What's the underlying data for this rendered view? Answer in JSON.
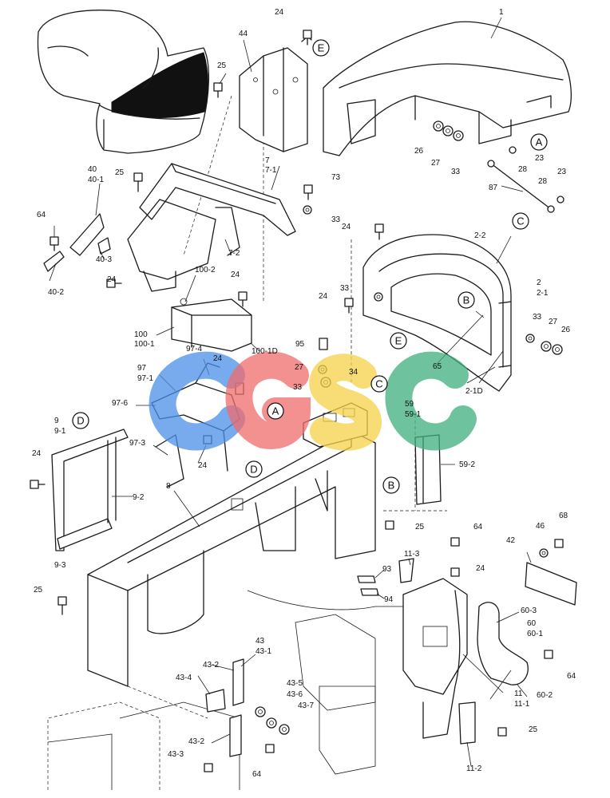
{
  "watermark": {
    "text": "CGSC",
    "colors": [
      "#4a8fe8",
      "#ef6b6b",
      "#f6d249",
      "#3fae7e"
    ]
  },
  "reference_letters": [
    "A",
    "B",
    "C",
    "D",
    "E"
  ],
  "callouts": [
    "1",
    "2",
    "2-1",
    "2-2",
    "2-1D",
    "7",
    "7-1",
    "7-2",
    "8",
    "9",
    "9-1",
    "9-2",
    "9-3",
    "11",
    "11-1",
    "11-2",
    "11-3",
    "23",
    "24",
    "25",
    "26",
    "27",
    "28",
    "33",
    "34",
    "40",
    "40-1",
    "40-2",
    "40-3",
    "42",
    "43",
    "43-1",
    "43-2",
    "43-3",
    "43-4",
    "43-5",
    "43-6",
    "43-7",
    "44",
    "46",
    "59",
    "59-1",
    "59-2",
    "60",
    "60-1",
    "60-2",
    "60-3",
    "64",
    "65",
    "68",
    "73",
    "87",
    "93",
    "94",
    "95",
    "97",
    "97-1",
    "97-3",
    "97-4",
    "97-6",
    "100",
    "100-1",
    "100-2",
    "100-1D"
  ]
}
